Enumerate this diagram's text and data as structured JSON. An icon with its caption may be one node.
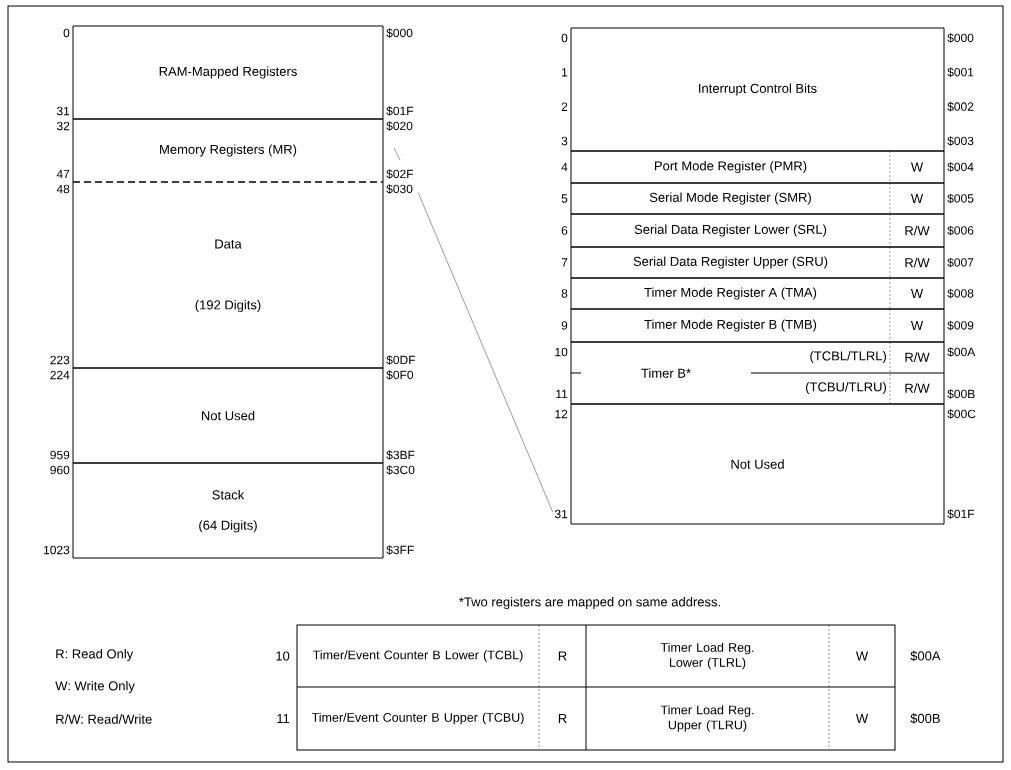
{
  "diagram": {
    "nodes": [
      {
        "text": [
          "RAM-Mapped Registers"
        ],
        "beside": [
          "0",
          "31",
          "$000",
          "$01F"
        ]
      },
      {
        "text": [
          "Memory Registers (MR)"
        ],
        "beside": [
          "32",
          "47",
          "$020",
          "$02F"
        ]
      },
      {
        "text": [
          "Data",
          "(192 Digits)"
        ],
        "beside": [
          "48",
          "223",
          "$030",
          "$0DF"
        ]
      },
      {
        "text": [
          "Not Used"
        ],
        "beside": [
          "224",
          "959",
          "$0F0",
          "$3BF"
        ]
      },
      {
        "text": [
          "Stack",
          "(64 Digits)"
        ],
        "beside": [
          "960",
          "1023",
          "$3C0",
          "$3FF"
        ]
      },
      {
        "text": [
          "Interrupt Control Bits"
        ],
        "beside": [
          "0",
          "1",
          "2",
          "3",
          "$000",
          "$001",
          "$002",
          "$003"
        ]
      },
      {
        "text": [
          "Port Mode Register (PMR)",
          "W"
        ],
        "beside": [
          "4",
          "$004"
        ]
      },
      {
        "text": [
          "Serial Mode Register (SMR)",
          "W"
        ],
        "beside": [
          "5",
          "$005"
        ]
      },
      {
        "text": [
          "Serial Data Register Lower (SRL)",
          "R/W"
        ],
        "beside": [
          "6",
          "$006"
        ]
      },
      {
        "text": [
          "Serial Data Register Upper (SRU)",
          "R/W"
        ],
        "beside": [
          "7",
          "$007"
        ]
      },
      {
        "text": [
          "Timer Mode Register A (TMA)",
          "W"
        ],
        "beside": [
          "8",
          "$008"
        ]
      },
      {
        "text": [
          "Timer Mode Register B (TMB)",
          "W"
        ],
        "beside": [
          "9",
          "$009"
        ]
      },
      {
        "text": [
          "Timer B*",
          "(TCBL/TLRL)",
          "R/W",
          "(TCBU/TLRU)",
          "R/W"
        ],
        "beside": [
          "10",
          "11",
          "$00A",
          "$00B"
        ]
      },
      {
        "text": [
          "Not Used"
        ],
        "beside": [
          "12",
          "31",
          "$00C",
          "$01F"
        ]
      }
    ],
    "edges": [
      {
        "from": 2,
        "to": 13,
        "arrow": "none"
      }
    ],
    "labels": [
      "*Two registers are mapped on same address.",
      "R: Read Only",
      "W: Write Only",
      "R/W: Read/Write",
      "10",
      "Timer/Event Counter B Lower (TCBL)",
      "R",
      "Timer Load Reg. Lower (TLRL)",
      "W",
      "$00A",
      "11",
      "Timer/Event Counter B Upper (TCBU)",
      "R",
      "Timer Load Reg. Upper (TLRU)",
      "W",
      "$00B"
    ]
  }
}
